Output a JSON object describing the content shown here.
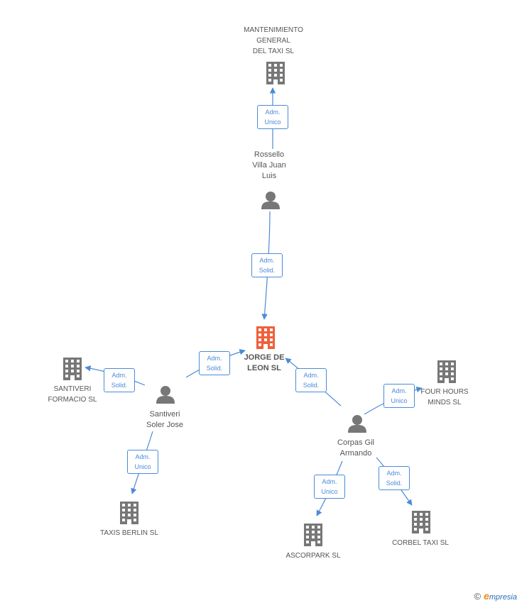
{
  "nodes": {
    "mantenimiento": {
      "line1": "MANTENIMIENTO",
      "line2": "GENERAL",
      "line3": "DEL TAXI SL"
    },
    "rossello": {
      "line1": "Rossello",
      "line2": "Villa Juan",
      "line3": "Luis"
    },
    "jorge": {
      "line1": "JORGE DE",
      "line2": "LEON SL"
    },
    "santiveri_formacio": {
      "line1": "SANTIVERI",
      "line2": "FORMACIO SL"
    },
    "santiveri_jose": {
      "line1": "Santiveri",
      "line2": "Soler Jose"
    },
    "taxis_berlin": {
      "line1": "TAXIS BERLIN SL"
    },
    "corpas": {
      "line1": "Corpas Gil",
      "line2": "Armando"
    },
    "four_hours": {
      "line1": "FOUR HOURS",
      "line2": "MINDS SL"
    },
    "ascorpark": {
      "line1": "ASCORPARK SL"
    },
    "corbel": {
      "line1": "CORBEL TAXI SL"
    }
  },
  "edges": {
    "e1": {
      "l1": "Adm.",
      "l2": "Unico"
    },
    "e2": {
      "l1": "Adm.",
      "l2": "Solid."
    },
    "e3": {
      "l1": "Adm.",
      "l2": "Solid."
    },
    "e4": {
      "l1": "Adm.",
      "l2": "Solid."
    },
    "e5": {
      "l1": "Adm.",
      "l2": "Unico"
    },
    "e6": {
      "l1": "Adm.",
      "l2": "Solid."
    },
    "e7": {
      "l1": "Adm.",
      "l2": "Unico"
    },
    "e8": {
      "l1": "Adm.",
      "l2": "Unico"
    },
    "e9": {
      "l1": "Adm.",
      "l2": "Solid."
    }
  },
  "colors": {
    "edge": "#4a8bd8",
    "company": "#777777",
    "main": "#f0603a",
    "person": "#777777"
  },
  "footer": {
    "copyright": "©",
    "brand_initial": "e",
    "brand_rest": "mpresia"
  }
}
